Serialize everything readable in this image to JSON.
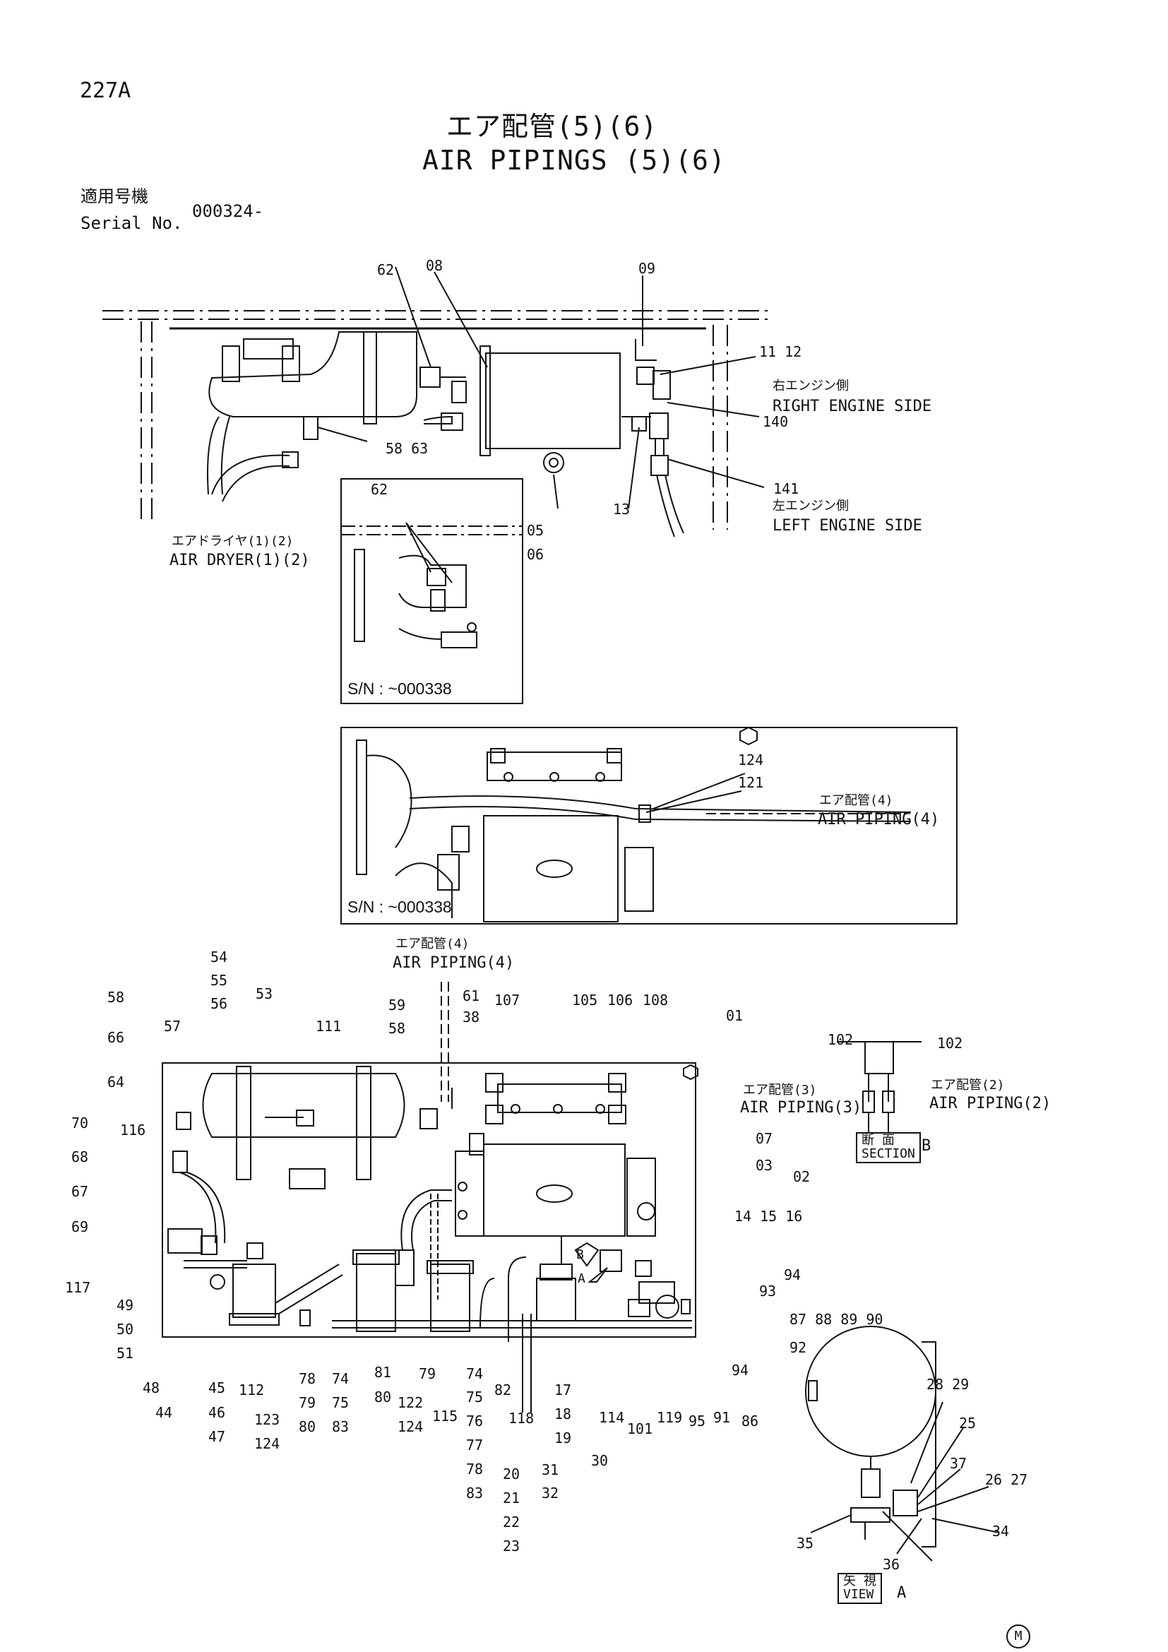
{
  "page_code": "227A",
  "title_ja": "エア配管(5)(6)",
  "title_en": "AIR PIPINGS (5)(6)",
  "serial": {
    "label_ja": "適用号機",
    "label_en": "Serial No.",
    "value": "000324-"
  },
  "labels": {
    "right_engine_ja": "右エンジン側",
    "right_engine_en": "RIGHT ENGINE SIDE",
    "left_engine_ja": "左エンジン側",
    "left_engine_en": "LEFT ENGINE SIDE",
    "air_dryer_ja": "エアドライヤ(1)(2)",
    "air_dryer_en": "AIR DRYER(1)(2)",
    "air_piping4_ja": "エア配管(4)",
    "air_piping4_en": "AIR PIPING(4)",
    "air_piping3_ja": "エア配管(3)",
    "air_piping3_en": "AIR PIPING(3)",
    "air_piping2_ja": "エア配管(2)",
    "air_piping2_en": "AIR PIPING(2)",
    "section_ja": "断 面",
    "section_en": "SECTION",
    "section_letter": "B",
    "view_ja": "矢 視",
    "view_en": "VIEW",
    "view_letter": "A",
    "arrow_a": "A",
    "arrow_b": "B",
    "maker_mark": "M"
  },
  "insets": {
    "sn1": "S/N : ~000338",
    "sn2": "S/N : ~000338"
  },
  "callouts": {
    "c62a": "62",
    "c08": "08",
    "c09": "09",
    "c1112": "11 12",
    "c140": "140",
    "c5863a": "58 63",
    "c141": "141",
    "c13": "13",
    "c05": "05",
    "c06": "06",
    "c62b": "62",
    "c124a": "124",
    "c121": "121",
    "c54": "54",
    "c55": "55",
    "c56": "56",
    "c53": "53",
    "c58a": "58",
    "c57": "57",
    "c66": "66",
    "c64": "64",
    "c116": "116",
    "c70": "70",
    "c68": "68",
    "c67": "67",
    "c69": "69",
    "c117": "117",
    "c49": "49",
    "c50": "50",
    "c51": "51",
    "c111": "111",
    "c59": "59",
    "c58b": "58",
    "c61": "61",
    "c38": "38",
    "c107": "107",
    "c105": "105",
    "c106": "106",
    "c108": "108",
    "c01": "01",
    "c07": "07",
    "c03": "03",
    "c02": "02",
    "c141516": "14 15 16",
    "c94a": "94",
    "c93": "93",
    "c87": "87 88 89 90",
    "c92": "92",
    "c94b": "94",
    "c102a": "102",
    "c102b": "102",
    "c48": "48",
    "c44": "44",
    "c45": "45",
    "c46": "46",
    "c47": "47",
    "c112": "112",
    "c123": "123",
    "c124b": "124",
    "c78a": "78",
    "c79a": "79",
    "c80a": "80",
    "c74a": "74",
    "c75a": "75",
    "c83a": "83",
    "c81": "81",
    "c80b": "80",
    "c122": "122",
    "c124c": "124",
    "c79b": "79",
    "c115": "115",
    "c74b": "74",
    "c75b": "75",
    "c76": "76",
    "c77": "77",
    "c78b": "78",
    "c83b": "83",
    "c82": "82",
    "c118": "118",
    "c20": "20",
    "c21": "21",
    "c22": "22",
    "c23": "23",
    "c31": "31",
    "c32": "32",
    "c17": "17",
    "c18": "18",
    "c19": "19",
    "c30": "30",
    "c114": "114",
    "c101": "101",
    "c119": "119",
    "c95": "95",
    "c91": "91",
    "c86": "86",
    "c2829": "28 29",
    "c25": "25",
    "c37": "37",
    "c2627": "26 27",
    "c35": "35",
    "c34": "34",
    "c36": "36"
  }
}
